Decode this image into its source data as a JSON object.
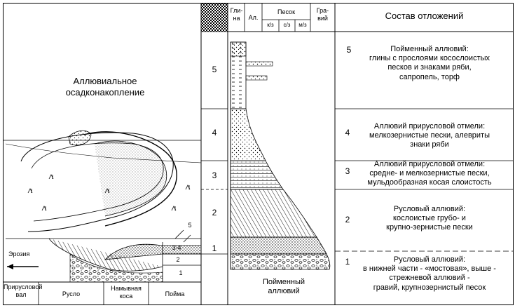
{
  "left": {
    "title": "Аллювиальное\nосадконакопление",
    "erosion": "Эрозия",
    "section_numbers": [
      "5",
      "3-4",
      "2",
      "1"
    ],
    "bottom_labels": [
      "Прирусловой\nвал",
      "Русло",
      "Намывная\nкоса",
      "Пойма"
    ]
  },
  "column": {
    "header": {
      "clay": "Гли-\nна",
      "silt": "Ал.",
      "sand": "Песок",
      "sand_sub": [
        "к/з",
        "с/з",
        "м/з"
      ],
      "gravel": "Гра-\nвий"
    },
    "units": [
      "5",
      "4",
      "3",
      "2",
      "1"
    ],
    "footer": "Пойменный\nаллювий"
  },
  "composition": {
    "header": "Состав отложений",
    "items": [
      {
        "num": "5",
        "text": "Пойменный аллювий:\nглины с прослоями косослоистых\nпесков и знаками ряби,\nсапропель, торф"
      },
      {
        "num": "4",
        "text": "Аллювий прирусловой отмели:\nмелкозернистые пески, алевриты\nзнаки ряби"
      },
      {
        "num": "3",
        "text": "Аллювий прирусловой отмели:\nсредне- и мелкозернистые пески,\nмульдообразная косая слоистость"
      },
      {
        "num": "2",
        "text": "Русловый аллювий:\nкослоистые  грубо- и\nкрупно-зернистые пески"
      },
      {
        "num": "1",
        "text": "Русловый аллювий:\nв нижней части - «мостовая», выше -\nстрежневой аллювий -\nгравий, крупнозернистый песок"
      }
    ]
  }
}
